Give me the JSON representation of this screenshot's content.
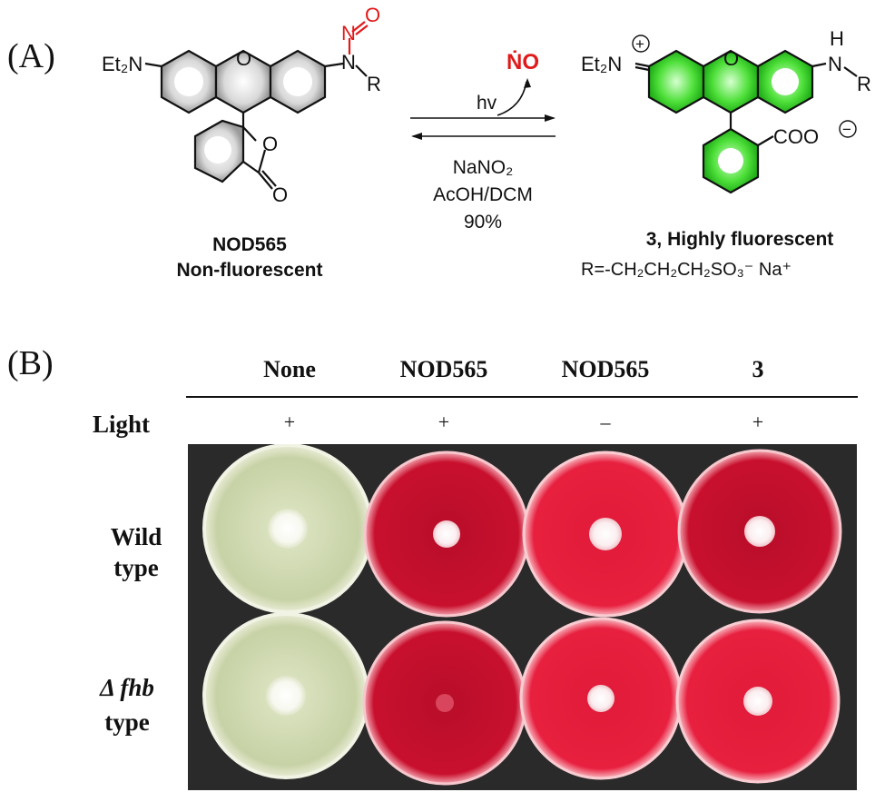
{
  "panel_a": {
    "label": "(A)",
    "left_molecule": {
      "substituent_left": "Et₂N",
      "nitroso_n": "N",
      "nitroso_o": "O",
      "amine_n": "N",
      "r_group": "R",
      "ring_o": "O",
      "lactone_o": "O",
      "carbonyl_o": "O",
      "name": "NOD565",
      "description": "Non-fluorescent"
    },
    "reaction": {
      "released_species": "ṄO",
      "forward_condition": "hv",
      "reverse_conditions": [
        "NaNO₂",
        "AcOH/DCM",
        "90%"
      ]
    },
    "right_molecule": {
      "substituent_left": "Et₂N",
      "charge_plus": "+",
      "ring_o": "O",
      "nh_h": "H",
      "nh_n": "N",
      "r_group": "R",
      "carboxylate": "COO",
      "charge_minus": "−",
      "name": "3, Highly fluorescent",
      "r_definition": "R=-CH₂CH₂CH₂SO₃⁻ Na⁺"
    }
  },
  "panel_b": {
    "label": "(B)",
    "columns": [
      "None",
      "NOD565",
      "NOD565",
      "3"
    ],
    "light_label": "Light",
    "light": [
      "+",
      "+",
      "–",
      "+"
    ],
    "rows": [
      {
        "label_line1": "Wild",
        "label_line2": "type"
      },
      {
        "label_line1": "Δ fhb",
        "label_line2": "type"
      }
    ],
    "colors": {
      "dish_none": "#cfd8b0",
      "dish_red_dark": "#c8102e",
      "dish_red": "#e8203f",
      "colony": "#ffffff",
      "fluor_green": "#3fd12f",
      "nitroso_red": "#e01a1a"
    }
  }
}
